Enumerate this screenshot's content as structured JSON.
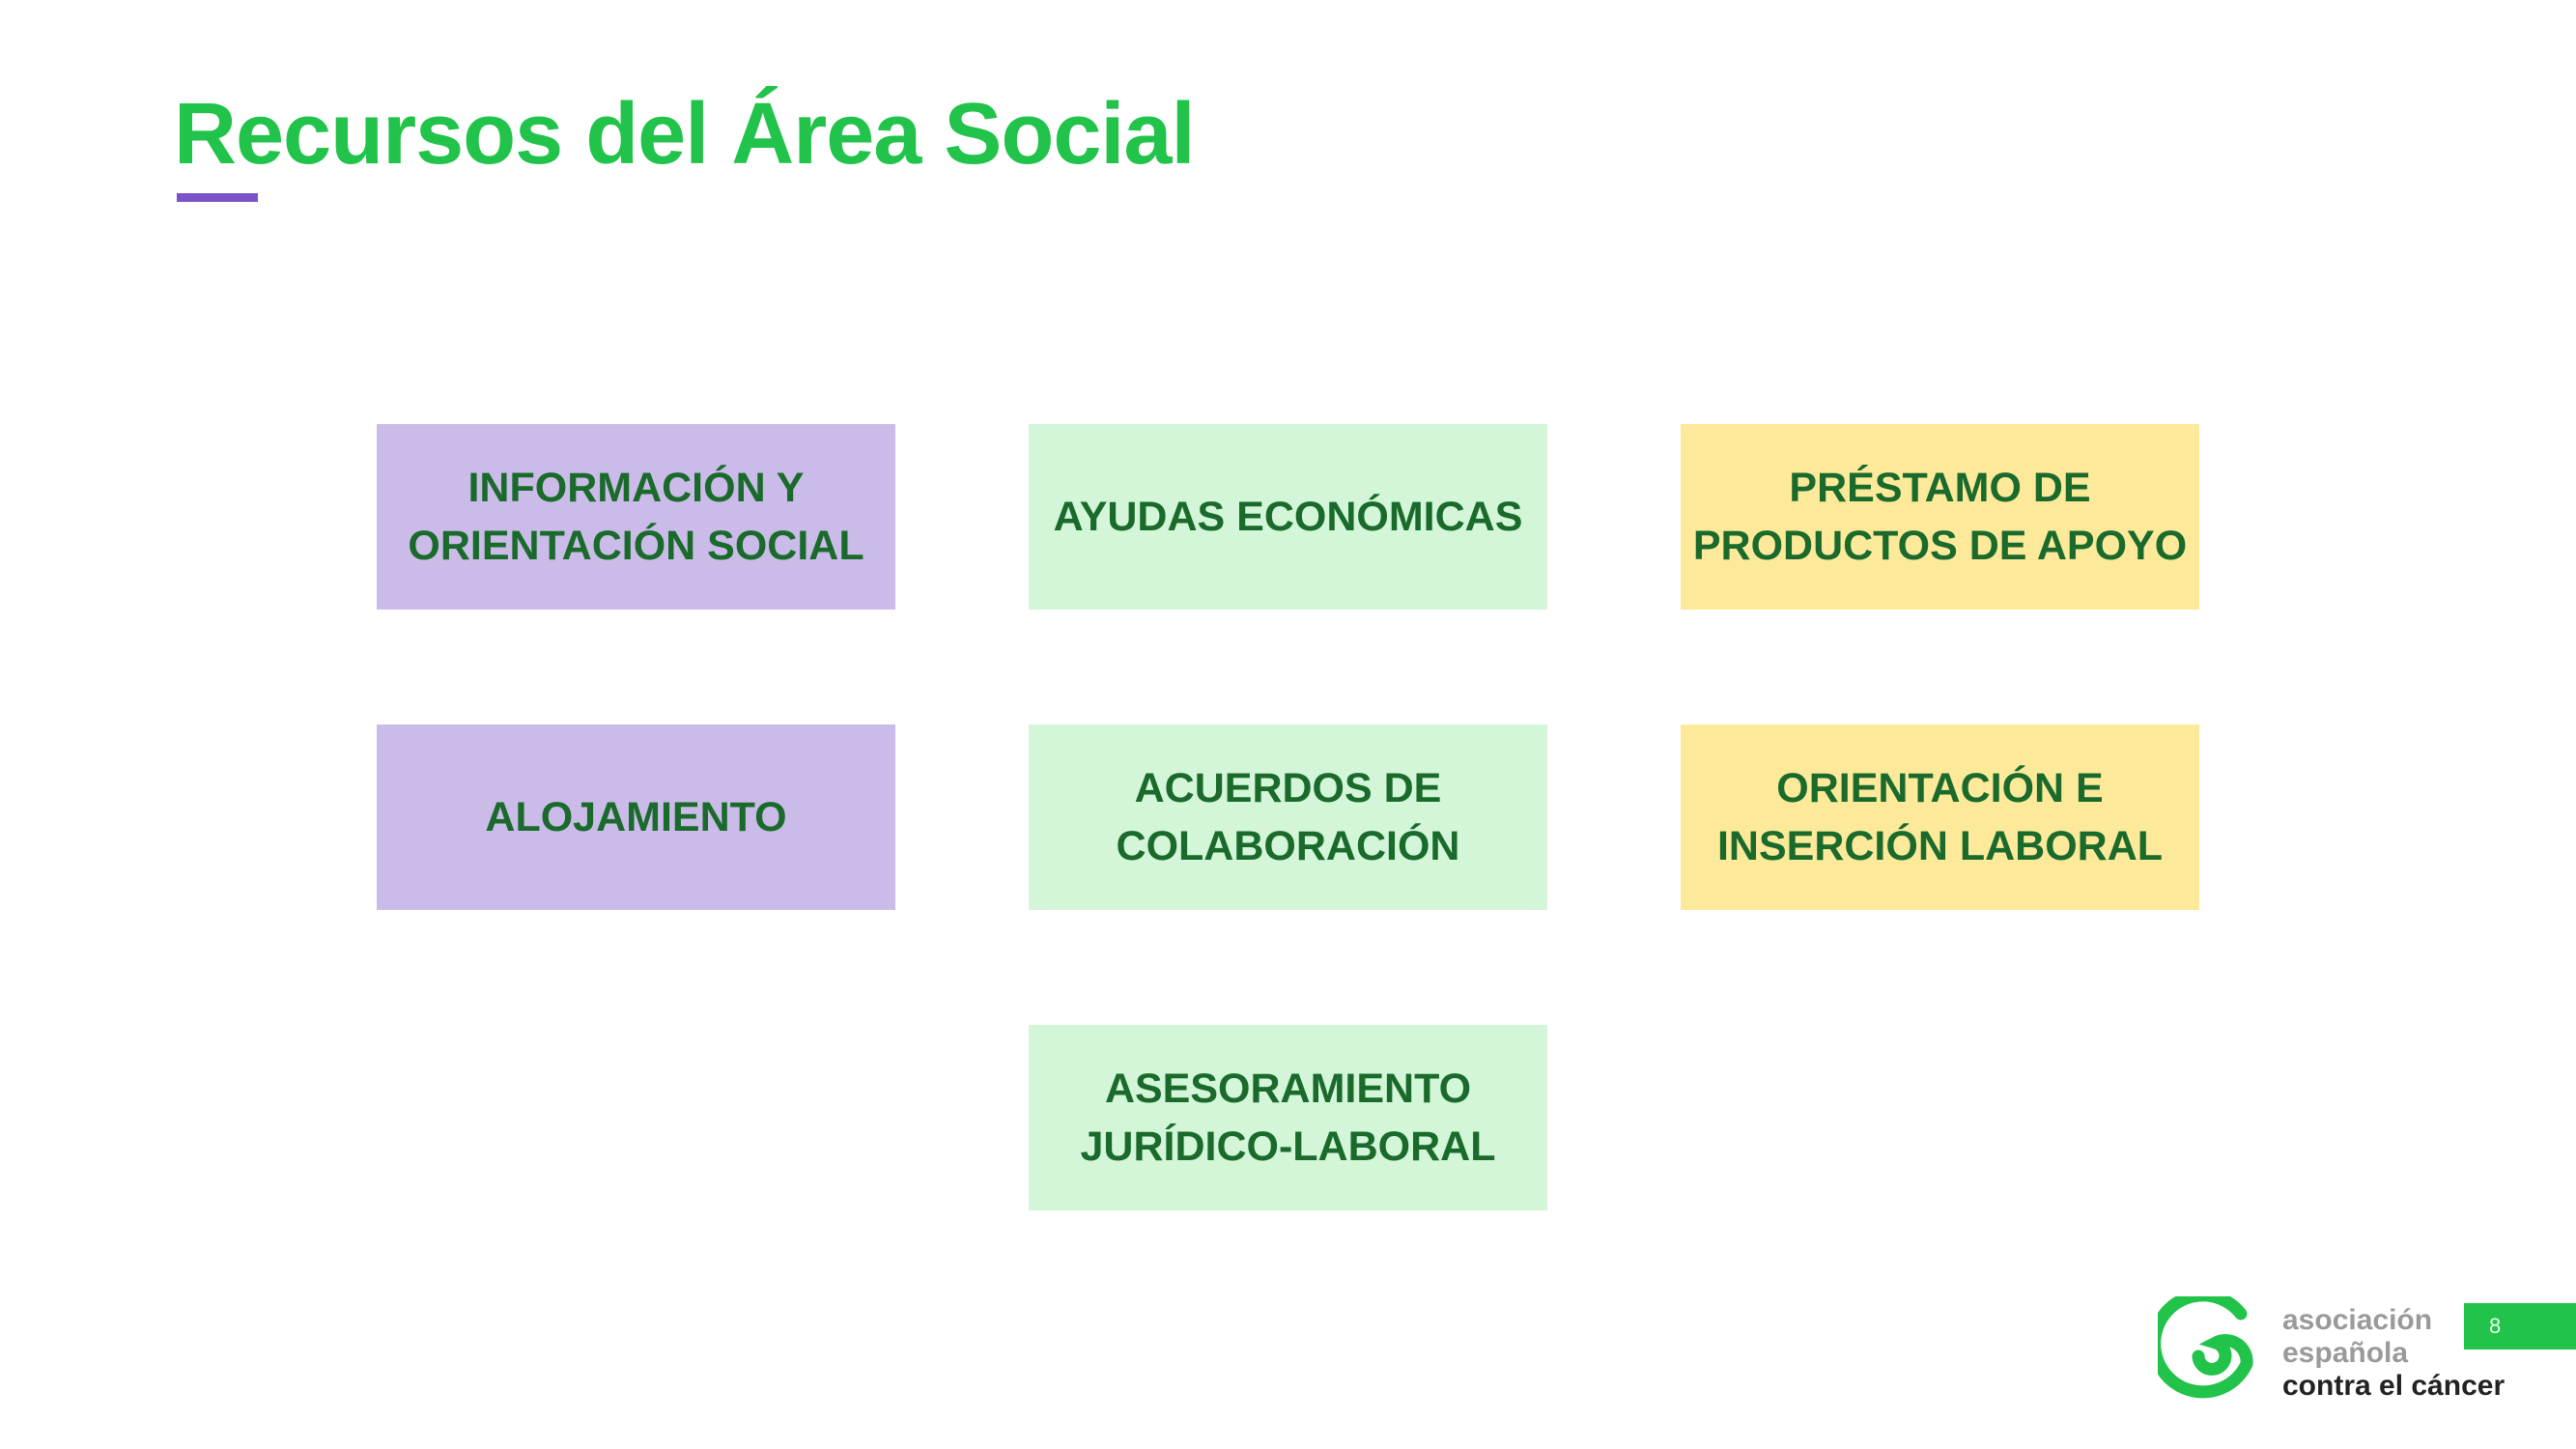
{
  "slide": {
    "title": "Recursos del Área Social",
    "page_number": "8"
  },
  "boxes": [
    {
      "label": "INFORMACIÓN Y\nORIENTACIÓN SOCIAL",
      "color": "#cbbbe9"
    },
    {
      "label": "AYUDAS ECONÓMICAS",
      "color": "#d3f5d8"
    },
    {
      "label": "PRÉSTAMO  DE\nPRODUCTOS DE APOYO",
      "color": "#fde99a"
    },
    {
      "label": "ALOJAMIENTO",
      "color": "#cbbbe9"
    },
    {
      "label": "ACUERDOS DE\nCOLABORACIÓN",
      "color": "#d3f5d8"
    },
    {
      "label": "ORIENTACIÓN E\nINSERCIÓN LABORAL",
      "color": "#fde99a"
    },
    {
      "label": "ASESORAMIENTO\nJURÍDICO-LABORAL",
      "color": "#d3f5d8"
    }
  ],
  "logo": {
    "line1": "asociación",
    "line2": "española",
    "line3": "contra el cáncer"
  },
  "colors": {
    "accent": "#22c34a",
    "underline": "#7b52c8",
    "box_text": "#1a6a2c"
  }
}
